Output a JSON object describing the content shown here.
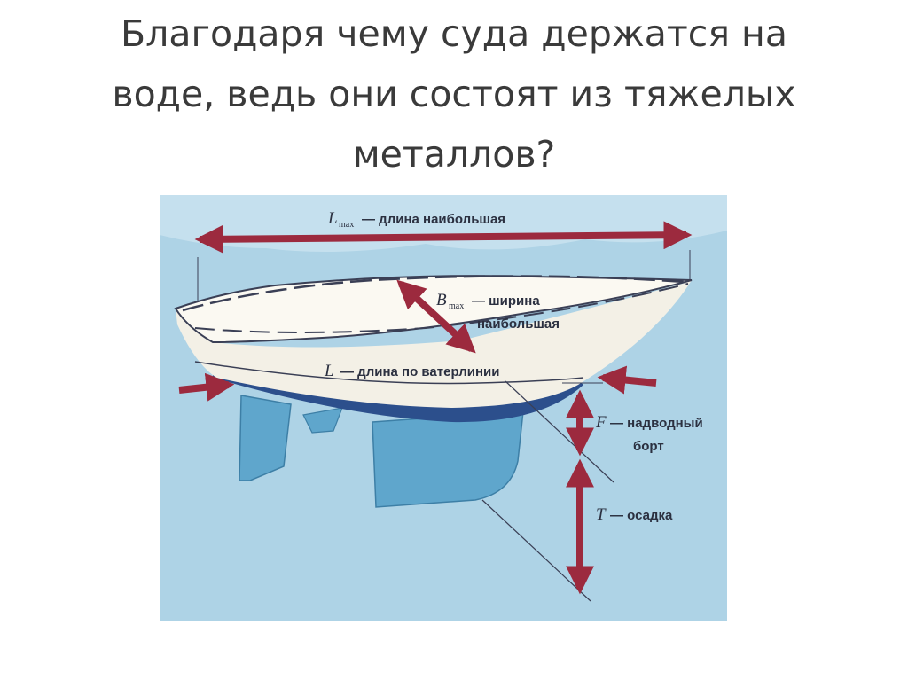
{
  "slide": {
    "title_lines": [
      "Благодаря чему суда держатся на",
      "воде, ведь они состоят из тяжелых",
      "металлов?"
    ]
  },
  "diagram": {
    "labels": {
      "lmax": {
        "sym": "L",
        "sub": "max",
        "text": "— длина наибольшая"
      },
      "bmax": {
        "sym": "B",
        "sub": "max",
        "text": "— ширина",
        "text2": "наибольшая"
      },
      "l": {
        "sym": "L",
        "text": "— длина по ватерлинии"
      },
      "f": {
        "sym": "F",
        "text": "— надводный",
        "text2": "борт"
      },
      "t": {
        "sym": "T",
        "text": "— осадка"
      }
    },
    "colors": {
      "water": "#aed3e6",
      "keel": "#5fa6cc",
      "hull_bottom": "#2c4f8c",
      "hull": "#f3f0e6",
      "arrow": "#9c2a3e",
      "outline": "#3a3f55"
    }
  }
}
